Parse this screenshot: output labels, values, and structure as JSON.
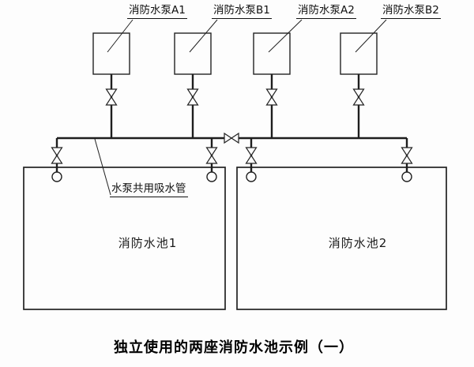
{
  "caption": "独立使用的两座消防水池示例（一）",
  "pipe_label": "水泵共用吸水管",
  "pumps": [
    {
      "label": "消防水泵A1"
    },
    {
      "label": "消防水泵B1"
    },
    {
      "label": "消防水泵A2"
    },
    {
      "label": "消防水泵B2"
    }
  ],
  "tanks": [
    {
      "label": "消防水池1"
    },
    {
      "label": "消防水池2"
    }
  ],
  "icons": {
    "valve": "gate-valve-bowtie-icon",
    "inlet": "suction-inlet-circle-icon"
  },
  "colors": {
    "line": "#222222",
    "background": "#fdfdfd"
  }
}
